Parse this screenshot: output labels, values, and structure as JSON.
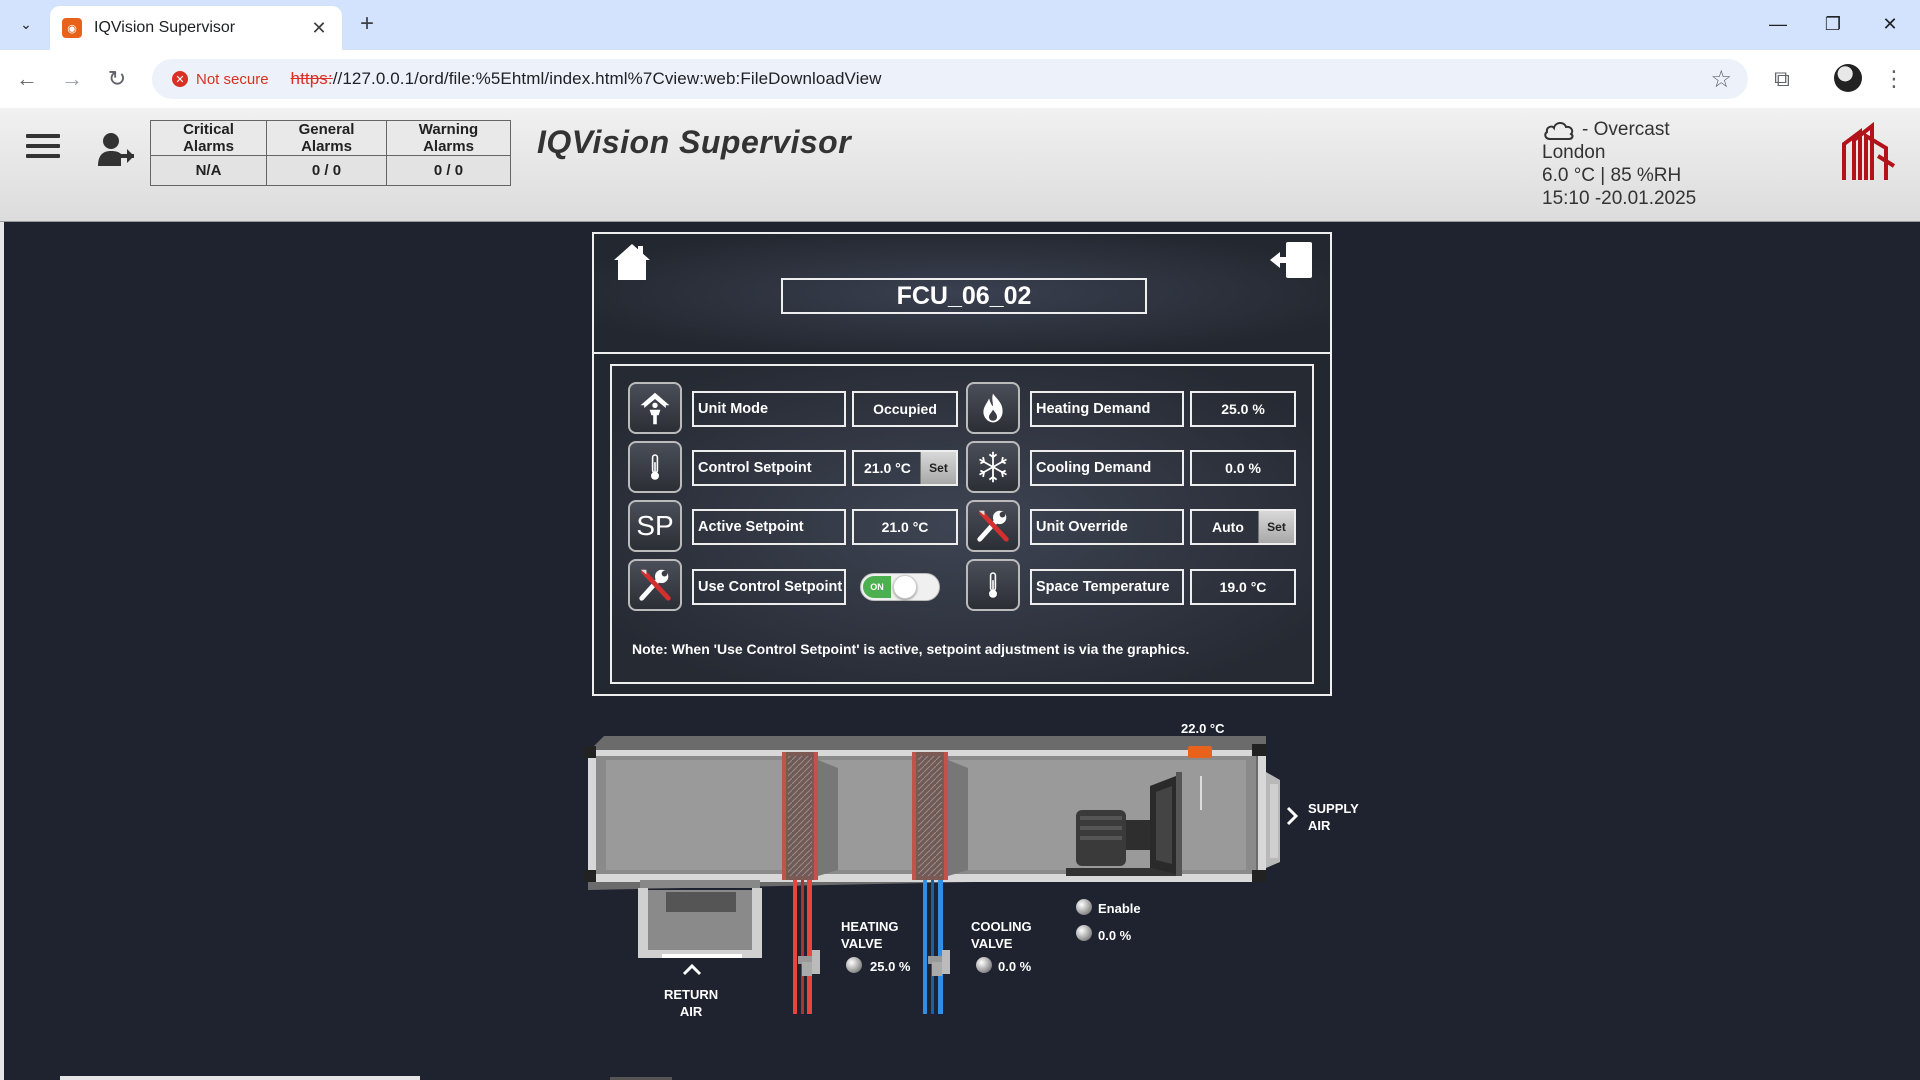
{
  "browser": {
    "tab_title": "IQVision Supervisor",
    "tab_close": "✕",
    "new_tab": "+",
    "security_label": "Not secure",
    "url_scheme": "https:",
    "url_rest": "//127.0.0.1/ord/file:%5Ehtml/index.html%7Cview:web:FileDownloadView",
    "window_controls": [
      "—",
      "❐",
      "✕"
    ]
  },
  "header": {
    "app_title": "IQVision Supervisor",
    "alarms": {
      "headers": [
        "Critical Alarms",
        "General Alarms",
        "Warning Alarms"
      ],
      "values": [
        "N/A",
        "0 / 0",
        "0 / 0"
      ]
    },
    "weather": {
      "condition": "- Overcast",
      "location": "London",
      "readings": "6.0 °C | 85 %RH",
      "datetime": "15:10 -20.01.2025"
    },
    "brand_color": "#b3121b"
  },
  "unit": {
    "name": "FCU_06_02"
  },
  "params": {
    "unit_mode": {
      "label": "Unit Mode",
      "value": "Occupied"
    },
    "control_setpoint": {
      "label": "Control Setpoint",
      "value": "21.0 °C",
      "button": "Set"
    },
    "active_setpoint": {
      "label": "Active Setpoint",
      "value": "21.0 °C",
      "icon_text": "SP"
    },
    "use_control_setpoint": {
      "label": "Use Control Setpoint",
      "toggle_text": "ON",
      "toggle_on": true
    },
    "heating_demand": {
      "label": "Heating Demand",
      "value": "25.0 %"
    },
    "cooling_demand": {
      "label": "Cooling Demand",
      "value": "0.0 %"
    },
    "unit_override": {
      "label": "Unit Override",
      "value": "Auto",
      "button": "Set"
    },
    "space_temperature": {
      "label": "Space Temperature",
      "value": "19.0 °C"
    },
    "note": "Note: When 'Use Control Setpoint' is active, setpoint adjustment is via the graphics."
  },
  "graphic": {
    "supply_temp": "22.0 °C",
    "supply_air": [
      "SUPPLY",
      "AIR"
    ],
    "return_air": [
      "RETURN",
      "AIR"
    ],
    "heating_valve": {
      "label": [
        "HEATING",
        "VALVE"
      ],
      "value": "25.0 %"
    },
    "cooling_valve": {
      "label": [
        "COOLING",
        "VALVE"
      ],
      "value": "0.0 %"
    },
    "fan": {
      "enable_label": "Enable",
      "speed": "0.0 %"
    },
    "colors": {
      "heating_pipe": "#e8453c",
      "cooling_pipe": "#2f8fe8",
      "sensor": "#e8621b"
    }
  }
}
